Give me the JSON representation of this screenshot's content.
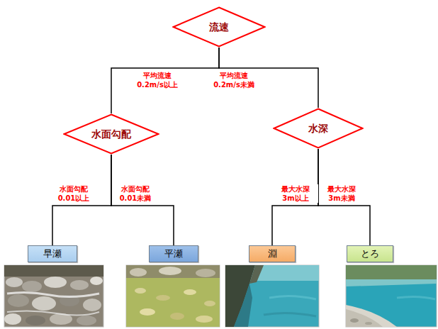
{
  "diagram": {
    "nodes": [
      {
        "text": [
          "流速"
        ]
      },
      {
        "text": [
          "水面勾配"
        ]
      },
      {
        "text": [
          "水深"
        ]
      },
      {
        "text": [
          "早瀬"
        ]
      },
      {
        "text": [
          "平瀬"
        ]
      },
      {
        "text": [
          "淵"
        ]
      },
      {
        "text": [
          "とろ"
        ]
      }
    ],
    "edges": [
      {
        "from": 0,
        "to": 1,
        "arrow": "none",
        "label": "平均流速 0.2m/s以上"
      },
      {
        "from": 0,
        "to": 2,
        "arrow": "none",
        "label": "平均流速 0.2m/s未満"
      },
      {
        "from": 1,
        "to": 3,
        "arrow": "none",
        "label": "水面勾配 0.01以上"
      },
      {
        "from": 1,
        "to": 4,
        "arrow": "none",
        "label": "水面勾配 0.01未満"
      },
      {
        "from": 2,
        "to": 5,
        "arrow": "none",
        "label": "最大水深 3m以上"
      },
      {
        "from": 2,
        "to": 6,
        "arrow": "none",
        "label": "最大水深 3m未満"
      }
    ]
  }
}
